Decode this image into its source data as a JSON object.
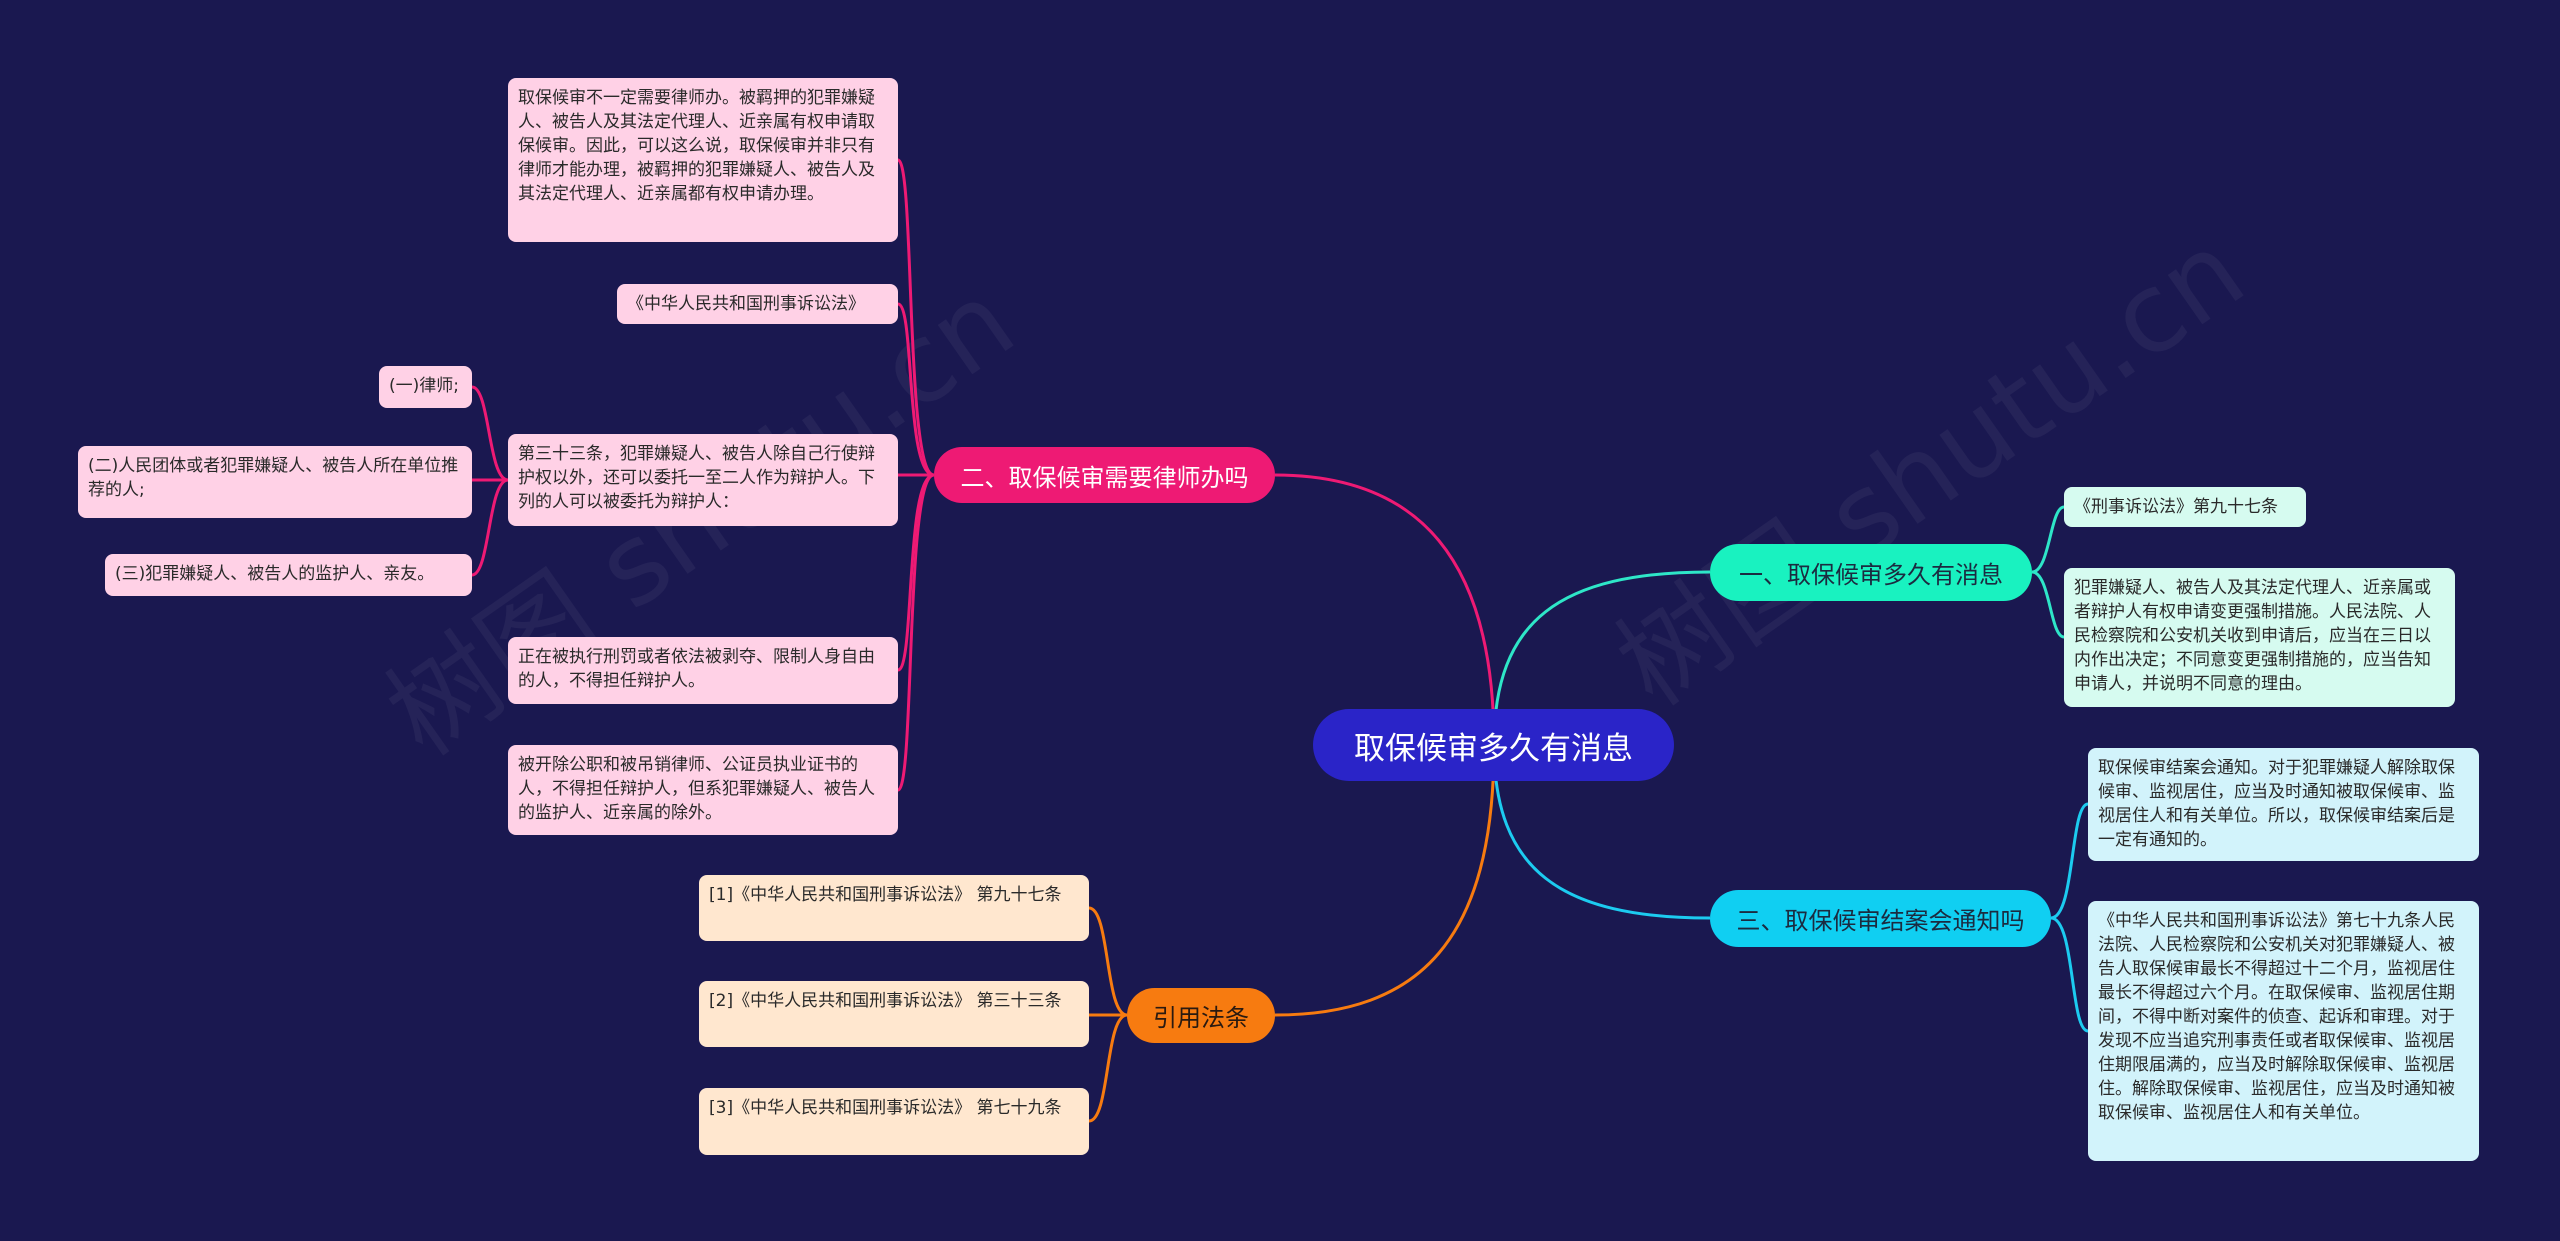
{
  "watermark": "树图 shutu.cn",
  "center": "取保候审多久有消息",
  "branches": {
    "b1": {
      "label": "一、取保候审多久有消息",
      "leaves": [
        "《刑事诉讼法》第九十七条",
        "犯罪嫌疑人、被告人及其法定代理人、近亲属或者辩护人有权申请变更强制措施。人民法院、人民检察院和公安机关收到申请后，应当在三日以内作出决定；不同意变更强制措施的，应当告知申请人，并说明不同意的理由。"
      ]
    },
    "b2": {
      "label": "二、取保候审需要律师办吗",
      "leaves": [
        "取保候审不一定需要律师办。被羁押的犯罪嫌疑人、被告人及其法定代理人、近亲属有权申请取保候审。因此，可以这么说，取保候审并非只有律师才能办理，被羁押的犯罪嫌疑人、被告人及其法定代理人、近亲属都有权申请办理。",
        "《中华人民共和国刑事诉讼法》",
        "第三十三条，犯罪嫌疑人、被告人除自己行使辩护权以外，还可以委托一至二人作为辩护人。下列的人可以被委托为辩护人：",
        "正在被执行刑罚或者依法被剥夺、限制人身自由的人，不得担任辩护人。",
        "被开除公职和被吊销律师、公证员执业证书的人，不得担任辩护人，但系犯罪嫌疑人、被告人的监护人、近亲属的除外。"
      ],
      "sub": [
        "(一)律师;",
        "(二)人民团体或者犯罪嫌疑人、被告人所在单位推荐的人;",
        "(三)犯罪嫌疑人、被告人的监护人、亲友。"
      ]
    },
    "b3": {
      "label": "三、取保候审结案会通知吗",
      "leaves": [
        "取保候审结案会通知。对于犯罪嫌疑人解除取保候审、监视居住，应当及时通知被取保候审、监视居住人和有关单位。所以，取保候审结案后是一定有通知的。",
        "《中华人民共和国刑事诉讼法》第七十九条人民法院、人民检察院和公安机关对犯罪嫌疑人、被告人取保候审最长不得超过十二个月，监视居住最长不得超过六个月。在取保候审、监视居住期间，不得中断对案件的侦查、起诉和审理。对于发现不应当追究刑事责任或者取保候审、监视居住期限届满的，应当及时解除取保候审、监视居住。解除取保候审、监视居住，应当及时通知被取保候审、监视居住人和有关单位。"
      ]
    },
    "b4": {
      "label": "引用法条",
      "leaves": [
        "[1]《中华人民共和国刑事诉讼法》 第九十七条",
        "[2]《中华人民共和国刑事诉讼法》 第三十三条",
        "[3]《中华人民共和国刑事诉讼法》 第七十九条"
      ]
    }
  },
  "colors": {
    "background": "#1a1850",
    "center": "#2a24c8",
    "branch1": "#19f2c0",
    "branch2": "#ee1a74",
    "branch3": "#10cff2",
    "branch4": "#f77b10"
  }
}
